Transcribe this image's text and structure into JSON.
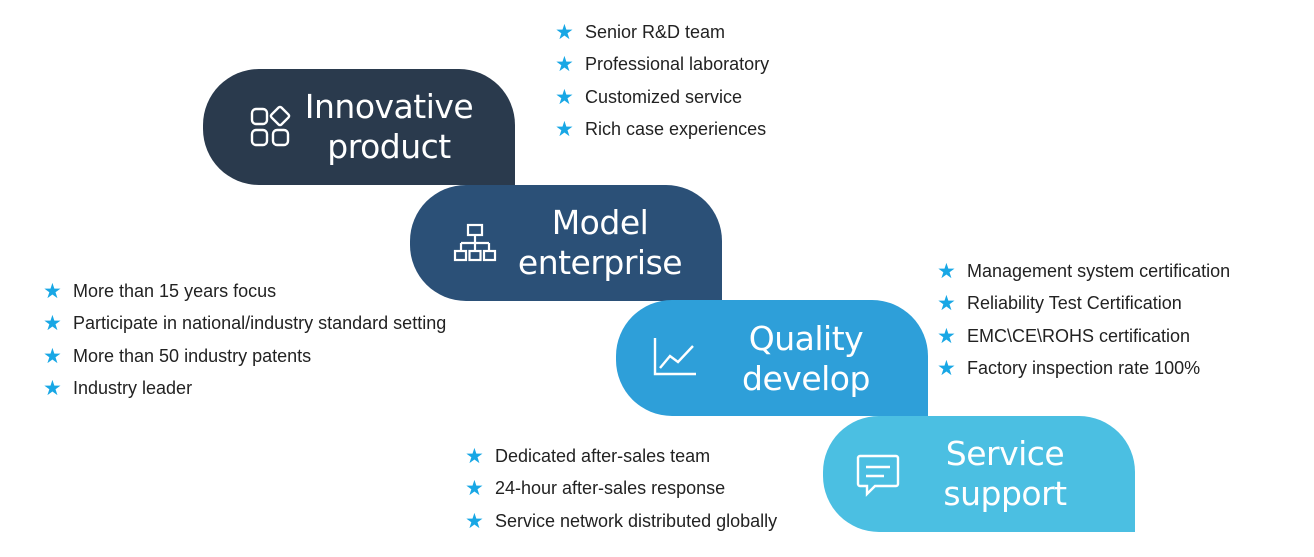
{
  "colors": {
    "stage_1": "#2a3a4d",
    "stage_2": "#2b5077",
    "stage_3": "#2e9fd9",
    "stage_4": "#4bbfe2",
    "star": "#18a7e5",
    "text": "#222222"
  },
  "stages": [
    {
      "title_line1": "Innovative",
      "title_line2": "product",
      "icon": "shapes-icon",
      "features": [
        "Senior R&D team",
        "Professional laboratory",
        "Customized service",
        "Rich case experiences"
      ]
    },
    {
      "title_line1": "Model",
      "title_line2": "enterprise",
      "icon": "hierarchy-icon",
      "features": [
        "More than 15 years focus",
        "Participate in national/industry standard setting",
        "More than 50 industry patents",
        "Industry leader"
      ]
    },
    {
      "title_line1": "Quality",
      "title_line2": "develop",
      "icon": "line-chart-icon",
      "features": [
        "Management system certification",
        "Reliability Test Certification",
        "EMC\\CE\\ROHS certification",
        "Factory inspection rate 100%"
      ]
    },
    {
      "title_line1": "Service",
      "title_line2": "support",
      "icon": "chat-icon",
      "features": [
        "Dedicated after-sales team",
        "24-hour after-sales response",
        "Service network distributed globally"
      ]
    }
  ]
}
